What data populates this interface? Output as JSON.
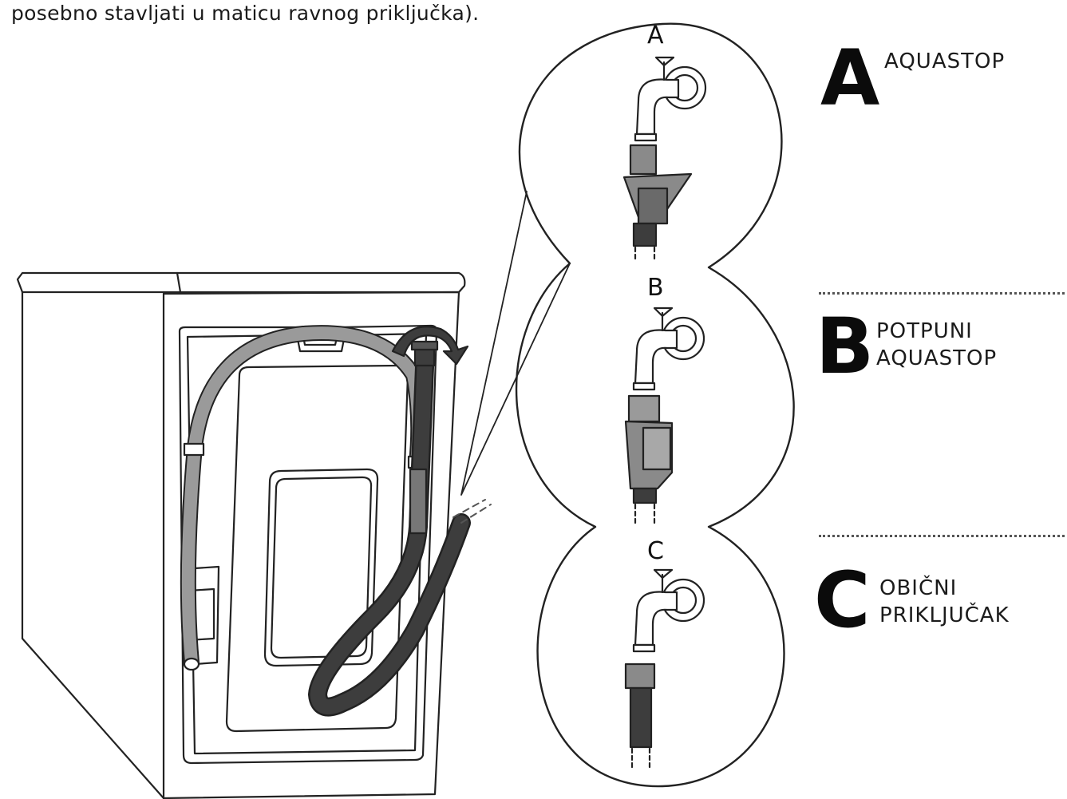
{
  "intro_text": "posebno stavljati u maticu ravnog priključka).",
  "options": [
    {
      "letter": "A",
      "label_lines": [
        "AQUASTOP"
      ]
    },
    {
      "letter": "B",
      "label_lines": [
        "POTPUNI",
        "AQUASTOP"
      ]
    },
    {
      "letter": "C",
      "label_lines": [
        "OBIČNI",
        "PRIKLJUČAK"
      ]
    }
  ],
  "colors": {
    "line": "#222222",
    "hose_dark": "#3d3d3d",
    "hose_grey": "#9a9a9a",
    "device_grey": "#8a8a8a"
  }
}
